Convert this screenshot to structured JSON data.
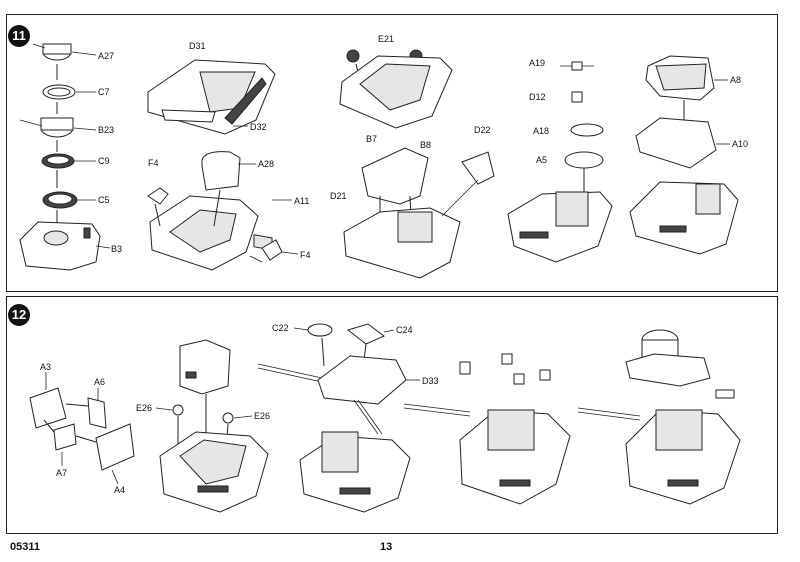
{
  "steps": {
    "s11": "11",
    "s12": "12"
  },
  "labels11": {
    "A27": "A27",
    "C7": "C7",
    "B23": "B23",
    "C9": "C9",
    "C5": "C5",
    "B3": "B3",
    "D31": "D31",
    "D32": "D32",
    "F4a": "F4",
    "A28": "A28",
    "A11": "A11",
    "F4b": "F4",
    "E21": "E21",
    "B7": "B7",
    "B8": "B8",
    "D21": "D21",
    "D22": "D22",
    "A19": "A19",
    "D12": "D12",
    "A18": "A18",
    "A5": "A5",
    "A8": "A8",
    "A10": "A10"
  },
  "labels12": {
    "A3": "A3",
    "A6": "A6",
    "A7": "A7",
    "A4": "A4",
    "E26a": "E26",
    "E26b": "E26",
    "C22": "C22",
    "C24": "C24",
    "D33": "D33"
  },
  "footer": {
    "code": "05311",
    "page": "13"
  }
}
